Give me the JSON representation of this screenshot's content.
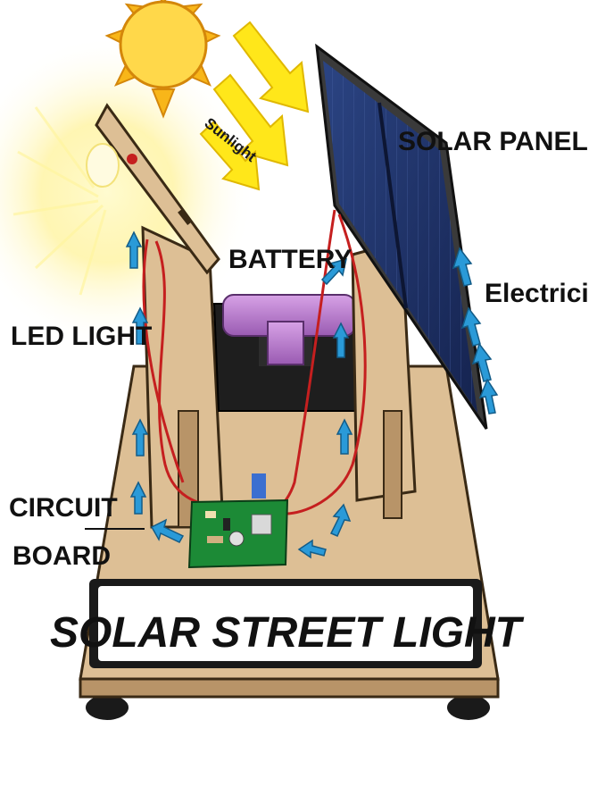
{
  "labels": {
    "sunlight": "Sunlight",
    "solar_panel": "SOLAR PANEL",
    "battery": "BATTERY",
    "electricity": "Electricity",
    "led_light": "LED LIGHT",
    "circuit_board_line1": "CIRCUIT",
    "circuit_board_line2": "BOARD",
    "title": "SOLAR STREET LIGHT"
  },
  "icons": {
    "sun": "sun-icon",
    "sunlight_rays": "sunlight-arrow-icon",
    "current_flow": "current-arrow-icon"
  },
  "colors": {
    "sun": "#f8b619",
    "sun_core": "#ffd84a",
    "sunlight_arrow": "#ffe71a",
    "wood": "#ddbf95",
    "wood_dark": "#b89468",
    "panel": "#1d2f63",
    "panel_cell": "#2e4785",
    "battery": "#c487d6",
    "holder": "#1e1e1e",
    "pcb": "#1c8a36",
    "wire": "#c51f1f",
    "flow_arrow": "#2a9ad8",
    "led_glow": "#fff6a8"
  }
}
